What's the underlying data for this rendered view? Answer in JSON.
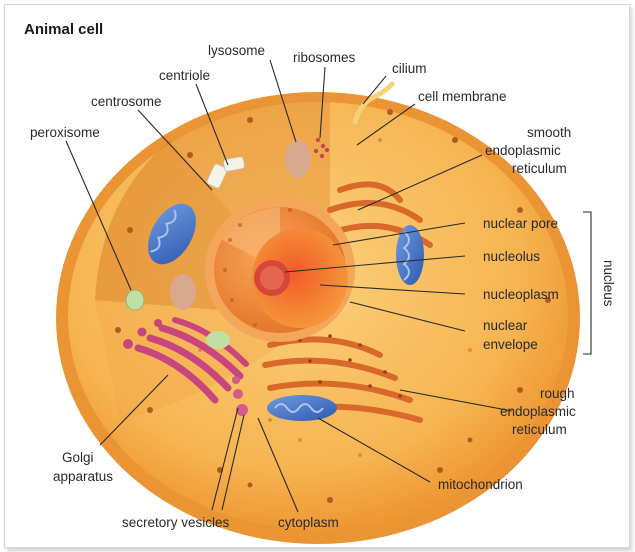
{
  "title": "Animal cell",
  "labels": {
    "lysosome": "lysosome",
    "ribosomes": "ribosomes",
    "cilium": "cilium",
    "centriole": "centriole",
    "cell_membrane": "cell membrane",
    "centrosome": "centrosome",
    "peroxisome": "peroxisome",
    "smooth_er_1": "smooth",
    "smooth_er_2": "endoplasmic",
    "smooth_er_3": "reticulum",
    "nuclear_pore": "nuclear pore",
    "nucleolus": "nucleolus",
    "nucleoplasm": "nucleoplasm",
    "nuclear_envelope_1": "nuclear",
    "nuclear_envelope_2": "envelope",
    "nucleus": "nucleus",
    "rough_er_1": "rough",
    "rough_er_2": "endoplasmic",
    "rough_er_3": "reticulum",
    "golgi_1": "Golgi",
    "golgi_2": "apparatus",
    "mitochondrion": "mitochondrion",
    "secretory_vesicles": "secretory vesicles",
    "cytoplasm": "cytoplasm"
  },
  "colors": {
    "membrane": "#f3a03c",
    "cytoplasm": "#f6b451",
    "cut_face": "#d97f24",
    "nucleus": "#f08a32",
    "nucleolus": "#d8463a",
    "mitochondrion": "#3f6fc4",
    "golgi": "#c8457e",
    "peroxisome": "#bfe0a2",
    "lysosome": "#d9a98f"
  }
}
